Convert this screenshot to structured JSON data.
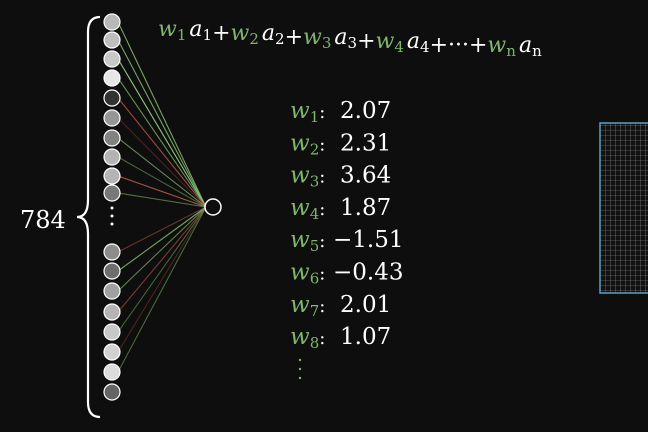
{
  "count_label": "784",
  "formula": {
    "terms": [
      {
        "w": "w",
        "w_sub": "1",
        "a": "a",
        "a_sub": "1"
      },
      {
        "w": "w",
        "w_sub": "2",
        "a": "a",
        "a_sub": "2"
      },
      {
        "w": "w",
        "w_sub": "3",
        "a": "a",
        "a_sub": "3"
      },
      {
        "w": "w",
        "w_sub": "4",
        "a": "a",
        "a_sub": "4"
      }
    ],
    "plus": "+",
    "ellipsis": "···",
    "last": {
      "w": "w",
      "w_sub": "n",
      "a": "a",
      "a_sub": "n"
    }
  },
  "weights": [
    {
      "name": "w",
      "sub": "1",
      "value": "2.07"
    },
    {
      "name": "w",
      "sub": "2",
      "value": "2.31"
    },
    {
      "name": "w",
      "sub": "3",
      "value": "3.64"
    },
    {
      "name": "w",
      "sub": "4",
      "value": "1.87"
    },
    {
      "name": "w",
      "sub": "5",
      "value": "−1.51"
    },
    {
      "name": "w",
      "sub": "6",
      "value": "−0.43"
    },
    {
      "name": "w",
      "sub": "7",
      "value": "2.01"
    },
    {
      "name": "w",
      "sub": "8",
      "value": "1.07"
    }
  ],
  "neurons": [
    {
      "activation": 0.72
    },
    {
      "activation": 0.75
    },
    {
      "activation": 0.8
    },
    {
      "activation": 0.95
    },
    {
      "activation": 0.05
    },
    {
      "activation": 0.55
    },
    {
      "activation": 0.45
    },
    {
      "activation": 0.7
    },
    {
      "activation": 0.7
    },
    {
      "activation": 0.4
    },
    {
      "activation": 0.5
    },
    {
      "activation": 0.35
    },
    {
      "activation": 0.6
    },
    {
      "activation": 0.7
    },
    {
      "activation": 0.8
    },
    {
      "activation": 0.85
    },
    {
      "activation": 0.9
    },
    {
      "activation": 0.3
    }
  ],
  "connections": [
    {
      "color": "#7fb56c",
      "opacity": 0.9
    },
    {
      "color": "#7fb56c",
      "opacity": 0.9
    },
    {
      "color": "#8cc77a",
      "opacity": 1.0
    },
    {
      "color": "#7fb56c",
      "opacity": 0.8
    },
    {
      "color": "#c45a4a",
      "opacity": 0.8
    },
    {
      "color": "#a04a3e",
      "opacity": 0.4
    },
    {
      "color": "#7fb56c",
      "opacity": 0.75
    },
    {
      "color": "#7fb56c",
      "opacity": 0.5
    },
    {
      "color": "#c96050",
      "opacity": 0.85
    },
    {
      "color": "#7fb56c",
      "opacity": 0.6
    },
    {
      "color": "#c45a4a",
      "opacity": 0.5
    },
    {
      "color": "#7fb56c",
      "opacity": 0.9
    },
    {
      "color": "#7fb56c",
      "opacity": 0.7
    },
    {
      "color": "#c45a4a",
      "opacity": 0.6
    },
    {
      "color": "#7fb56c",
      "opacity": 0.5
    },
    {
      "color": "#a04a3e",
      "opacity": 0.4
    },
    {
      "color": "#7fb56c",
      "opacity": 0.55
    }
  ],
  "colors": {
    "background": "#0e0e0e",
    "weight_green": "#7fb56c",
    "text": "#ffffff",
    "grid_border": "#5aa0c8"
  }
}
